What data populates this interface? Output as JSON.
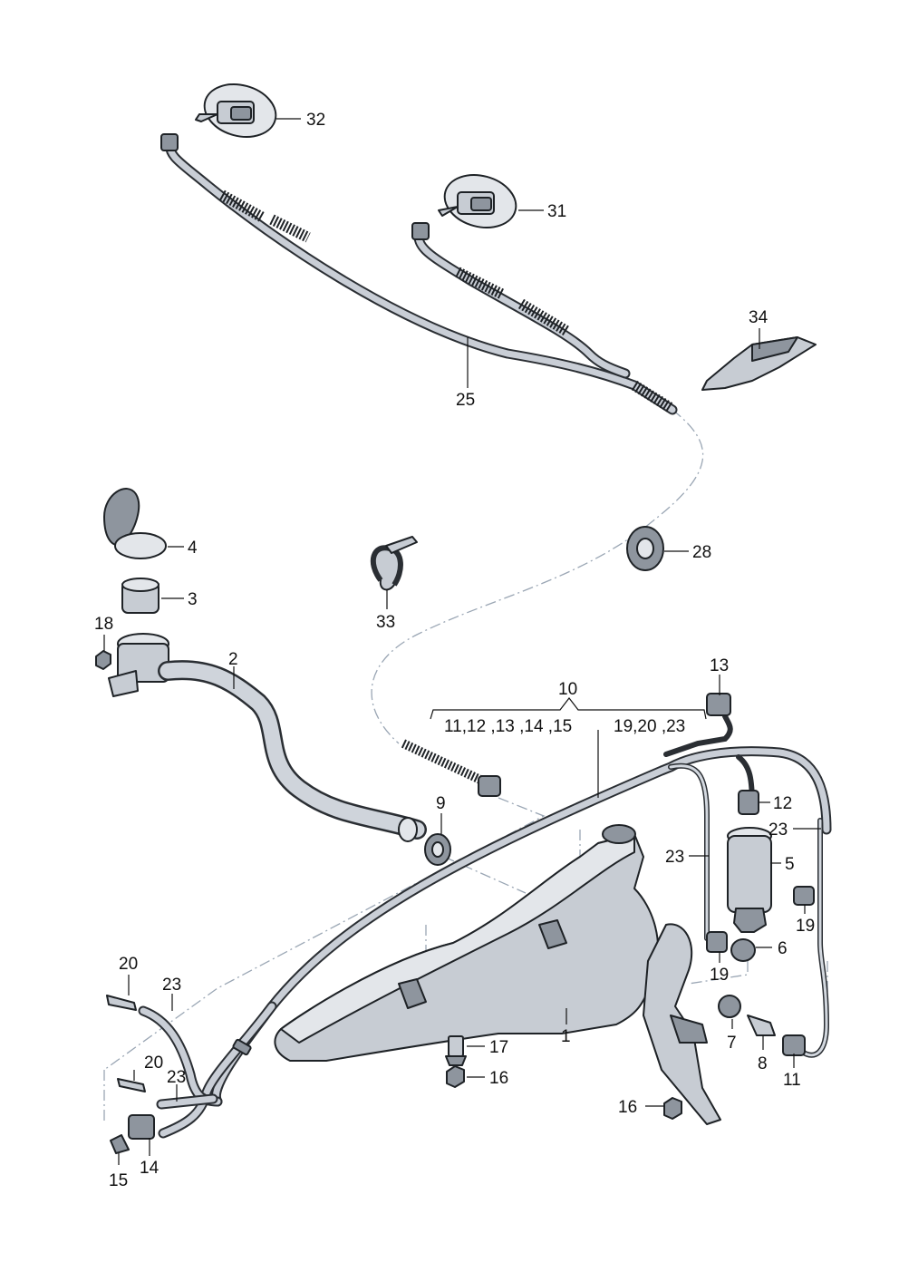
{
  "labels": {
    "p1": "1",
    "p2": "2",
    "p3": "3",
    "p4": "4",
    "p5": "5",
    "p6": "6",
    "p7": "7",
    "p8": "8",
    "p9": "9",
    "p10": "10",
    "p11": "11",
    "p12": "12",
    "p13": "13",
    "p14": "14",
    "p15": "15",
    "p16a": "16",
    "p16b": "16",
    "p17": "17",
    "p18": "18",
    "p19a": "19",
    "p19b": "19",
    "p20a": "20",
    "p20b": "20",
    "p23a": "23",
    "p23b": "23",
    "p23c": "23",
    "p23d": "23",
    "p25": "25",
    "p28": "28",
    "p31": "31",
    "p32": "32",
    "p33": "33",
    "p34": "34",
    "group_left": "11,12 ,13 ,14 ,15",
    "group_right": "19,20 ,23"
  },
  "colors": {
    "line": "#111111",
    "part_fill": "#c7ccd3",
    "part_dark": "#8e959e",
    "dashed_path": "#9aa6b4"
  }
}
